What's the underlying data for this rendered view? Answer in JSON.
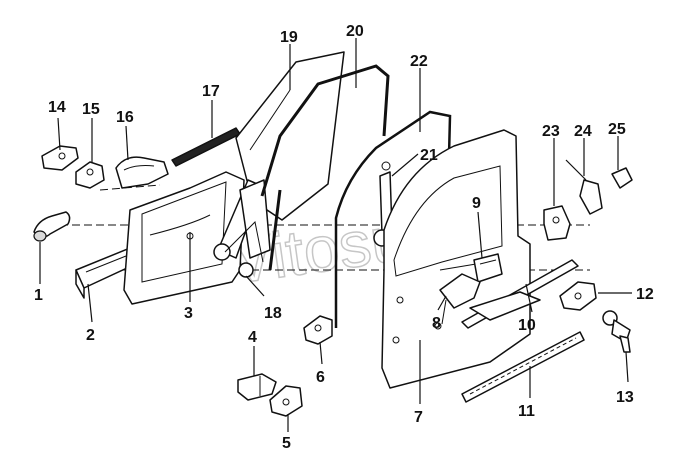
{
  "watermark": "Vitosun",
  "callouts": [
    "1",
    "2",
    "3",
    "4",
    "5",
    "6",
    "7",
    "8",
    "9",
    "10",
    "11",
    "12",
    "13",
    "14",
    "15",
    "16",
    "17",
    "18",
    "19",
    "20",
    "21",
    "22",
    "23",
    "24",
    "25"
  ]
}
